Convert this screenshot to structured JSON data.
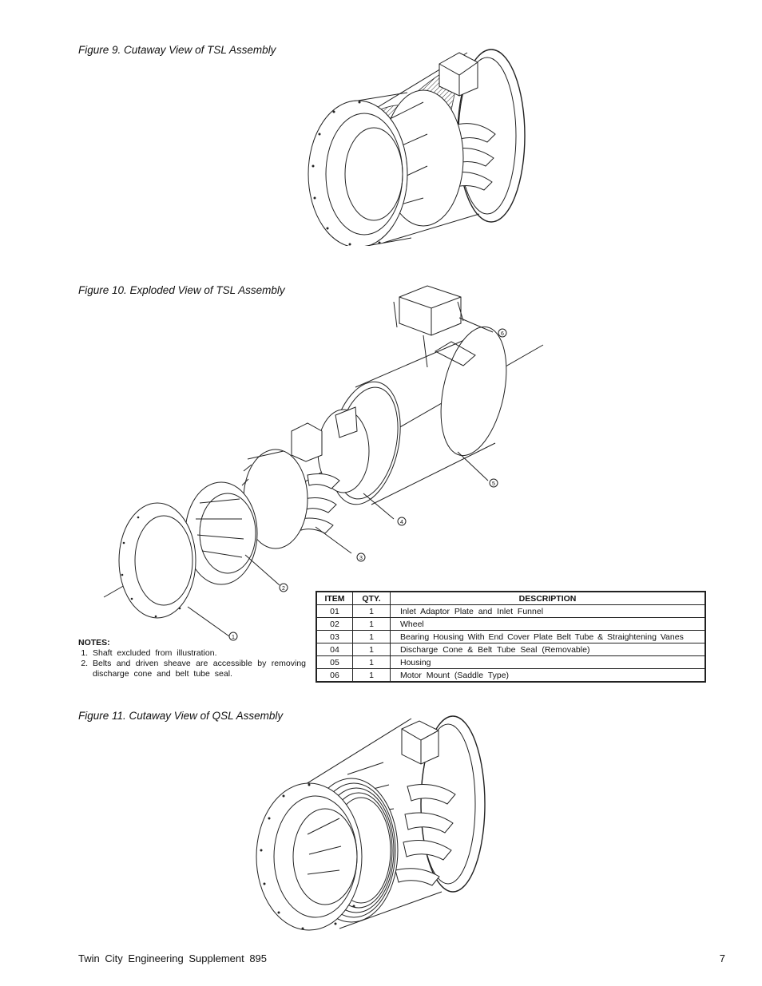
{
  "figures": {
    "fig9_caption": "Figure 9. Cutaway View of TSL Assembly",
    "fig10_caption": "Figure 10. Exploded View of TSL Assembly",
    "fig11_caption": "Figure 11. Cutaway View of QSL Assembly"
  },
  "callouts": [
    "6",
    "5",
    "4",
    "3",
    "2",
    "1"
  ],
  "parts_table": {
    "headers": [
      "ITEM",
      "QTY.",
      "DESCRIPTION"
    ],
    "rows": [
      {
        "item": "01",
        "qty": "1",
        "description": "Inlet Adaptor Plate and Inlet Funnel"
      },
      {
        "item": "02",
        "qty": "1",
        "description": "Wheel"
      },
      {
        "item": "03",
        "qty": "1",
        "description": "Bearing Housing With End Cover Plate Belt Tube & Straightening Vanes"
      },
      {
        "item": "04",
        "qty": "1",
        "description": "Discharge Cone & Belt Tube Seal (Removable)"
      },
      {
        "item": "05",
        "qty": "1",
        "description": "Housing"
      },
      {
        "item": "06",
        "qty": "1",
        "description": "Motor Mount (Saddle Type)"
      }
    ]
  },
  "notes": {
    "heading": "NOTES:",
    "items": [
      "Shaft excluded from illustration.",
      "Belts and driven sheave are accessible by removing discharge cone and belt tube seal."
    ]
  },
  "footer": {
    "left": "Twin City Engineering Supplement 895",
    "page_number": "7"
  }
}
